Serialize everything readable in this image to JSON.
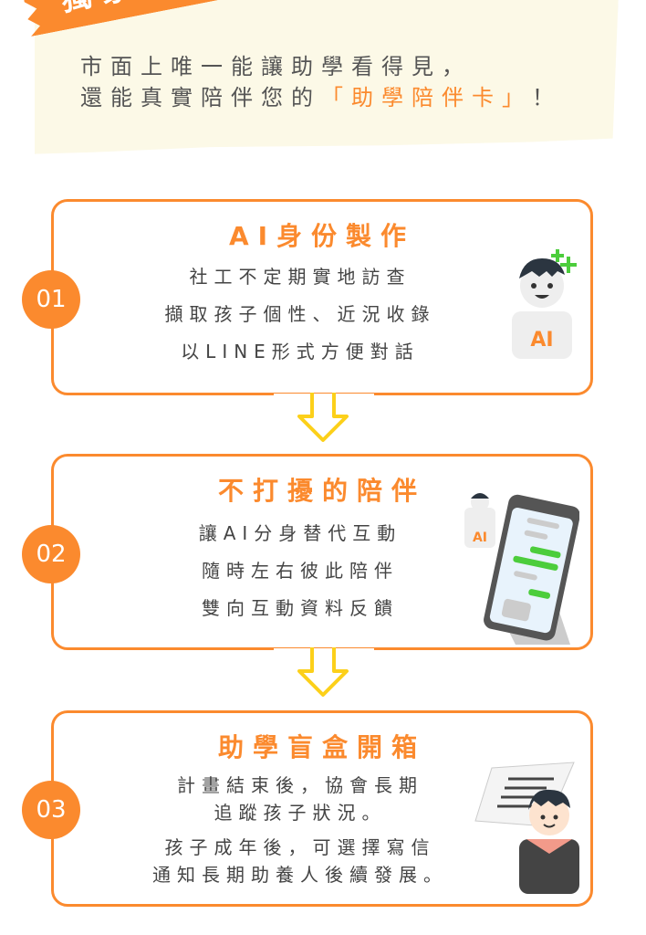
{
  "banner": {
    "label": "獨家"
  },
  "intro": {
    "line1": "市面上唯一能讓助學看得見，",
    "line2_prefix": "還能真實陪伴您的",
    "line2_highlight": "「助學陪伴卡」",
    "line2_suffix": "！"
  },
  "steps": [
    {
      "number": "01",
      "title": "AI身份製作",
      "lines": [
        "社工不定期實地訪查",
        "擷取孩子個性、近況收錄",
        "以LINE形式方便對話"
      ],
      "badge": "AI"
    },
    {
      "number": "02",
      "title": "不打擾的陪伴",
      "lines": [
        "讓AI分身替代互動",
        "隨時左右彼此陪伴",
        "雙向互動資料反饋"
      ],
      "badge": "AI"
    },
    {
      "number": "03",
      "title": "助學盲盒開箱",
      "lines": [
        "計畫結束後，協會長期",
        "追蹤孩子狀況。",
        "孩子成年後，可選擇寫信",
        "通知長期助養人後續發展。"
      ]
    }
  ],
  "colors": {
    "accent": "#fb8a2e",
    "paper": "#fcf9e7",
    "arrow": "#fcd01a",
    "green": "#4ccd3c"
  }
}
